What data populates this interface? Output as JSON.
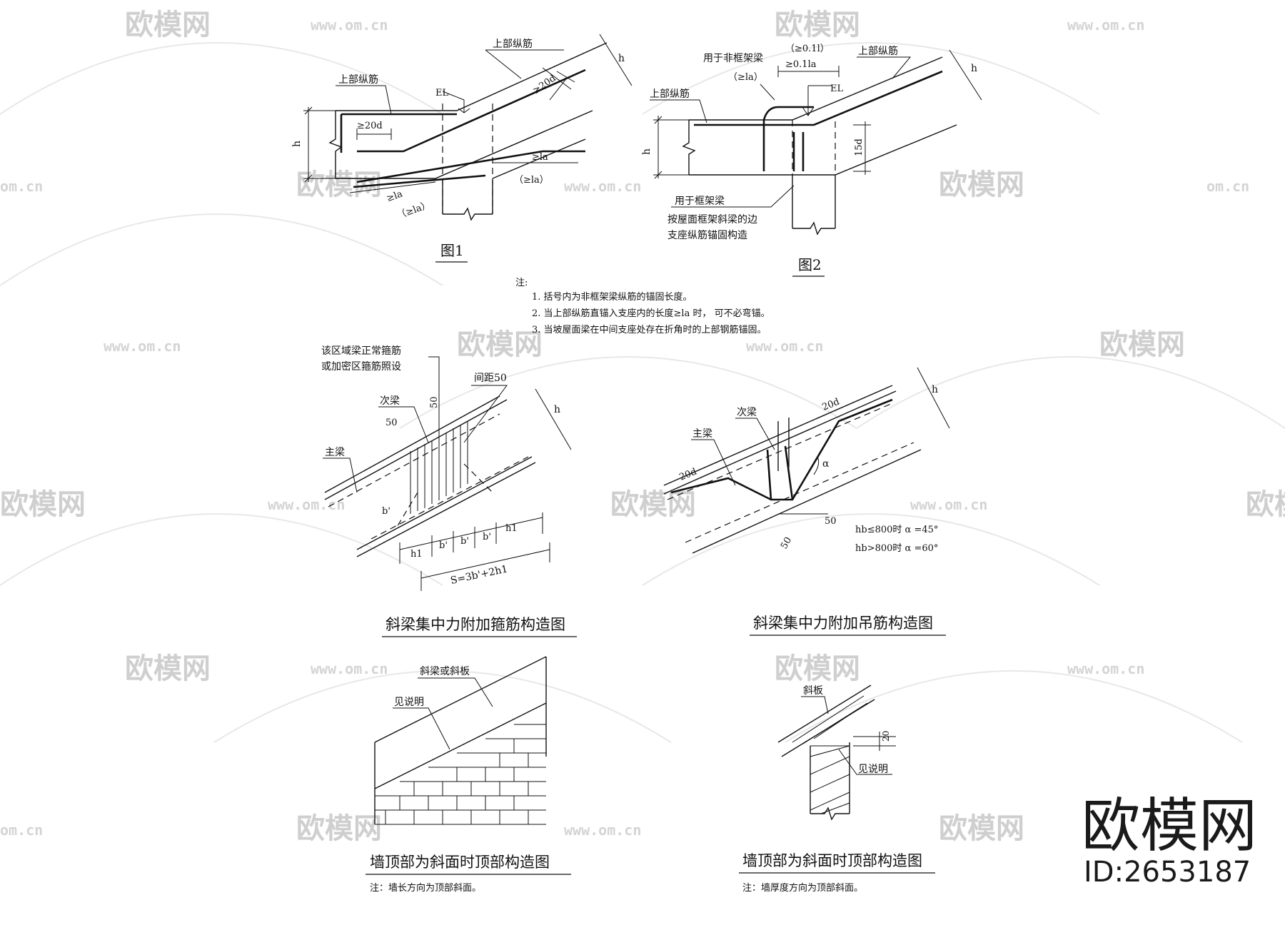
{
  "watermark": {
    "brand": "欧模网",
    "url": "www.om.cn",
    "url_short": "om.cn",
    "id": "ID:2653187"
  },
  "fig1": {
    "caption": "图1",
    "label_top_rebar_a": "上部纵筋",
    "label_top_rebar_b": "上部纵筋",
    "label_el": "EL",
    "dim_20d_a": "≥20d",
    "dim_20d_b": "≥20d",
    "dim_h_a": "h",
    "dim_h_b": "h",
    "dim_la_a": "≥la",
    "dim_la_a_paren": "（≥la）",
    "dim_la_b": "≥la",
    "dim_la_b_paren": "（≥la）"
  },
  "fig2": {
    "caption": "图2",
    "label_nonframe": "用于非框架梁",
    "label_nonframe_paren": "（≥la）",
    "dim_011_paren": "（≥0.1l）",
    "dim_011": "≥0.1la",
    "label_top_rebar_a": "上部纵筋",
    "label_top_rebar_b": "上部纵筋",
    "label_el": "EL",
    "dim_15d": "15d",
    "dim_h_a": "h",
    "dim_h_b": "h",
    "label_frame": "用于框架梁",
    "label_desc_1": "按屋面框架斜梁的边",
    "label_desc_2": "支座纵筋锚固构造"
  },
  "notes": {
    "head": "注:",
    "items": [
      "1. 括号内为非框架梁纵筋的锚固长度。",
      "2. 当上部纵筋直锚入支座内的长度≥la    时，    可不必弯锚。",
      "3. 当坡屋面梁在中间支座处存在折角时的上部钢筋锚固。"
    ]
  },
  "fig3": {
    "caption": "斜梁集中力附加箍筋构造图",
    "note_1": "该区域梁正常箍筋",
    "note_2": "或加密区箍筋照设",
    "spacing": "间距50",
    "label_secondary": "次梁",
    "label_main": "主梁",
    "dim_50_a": "50",
    "dim_50_b": "50",
    "dim_h": "h",
    "dim_hb": "b'",
    "dim_h1_a": "h1",
    "dim_h1_b": "h1",
    "dim_b_a": "b'",
    "dim_b_b": "b'",
    "dim_b_c": "b'",
    "dim_s": "S=3b'+2h1"
  },
  "fig4": {
    "caption": "斜梁集中力附加吊筋构造图",
    "label_secondary": "次梁",
    "label_main": "主梁",
    "dim_20d_a": "20d",
    "dim_20d_b": "20d",
    "dim_h": "h",
    "dim_alpha": "α",
    "dim_50_a": "50",
    "dim_50_b": "50",
    "cond_1": "hb≤800时    α    =45°",
    "cond_2": "hb>800时    α    =60°"
  },
  "fig5": {
    "caption": "墙顶部为斜面时顶部构造图",
    "label_slab": "斜梁或斜板",
    "label_see": "见说明",
    "note": "注：墙长方向为顶部斜面。"
  },
  "fig6": {
    "caption": "墙顶部为斜面时顶部构造图",
    "label_slab": "斜板",
    "label_see": "见说明",
    "dim_20": "20",
    "note": "注：墙厚度方向为顶部斜面。"
  }
}
